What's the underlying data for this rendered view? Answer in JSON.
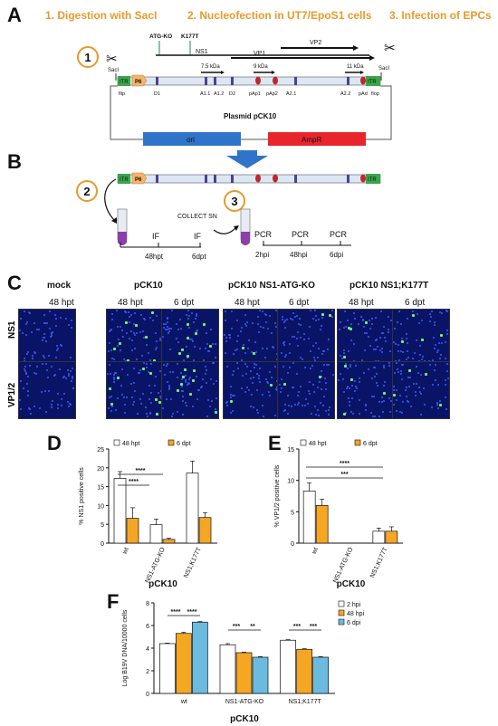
{
  "panels": {
    "a": "A",
    "b": "B",
    "c": "C",
    "d": "D",
    "e": "E",
    "f": "F"
  },
  "steps": [
    "1. Digestion with SacI",
    "2. Nucleofection in UT7/EpoS1 cells",
    "3. Infection of EPCs"
  ],
  "step_numbers": [
    "1",
    "2",
    "3"
  ],
  "plasmid": {
    "mutations": [
      "ATG-KO",
      "K177T"
    ],
    "genes": [
      "NS1",
      "VP1",
      "VP2"
    ],
    "kda": [
      "7.5 kDa",
      "9 kDa",
      "11 kDa"
    ],
    "sites": [
      "SacI",
      "SacI"
    ],
    "labels": [
      "ITR",
      "P6",
      "flip",
      "D1",
      "A1.1",
      "A1.2",
      "D2",
      "pAp1",
      "pAp2",
      "A2.1",
      "A2.2",
      "pAd",
      "flop",
      "ITR"
    ],
    "name": "Plasmid pCK10",
    "ori": "ori",
    "ampr": "AmpR"
  },
  "panel_b": {
    "collect": "COLLECT SN",
    "if_label": "IF",
    "if_times": [
      "48hpt",
      "6dpt"
    ],
    "pcr_label": "PCR",
    "pcr_times": [
      "2hpi",
      "48hpi",
      "6dpi"
    ]
  },
  "panel_c": {
    "groups": [
      "mock",
      "pCK10",
      "pCK10 NS1-ATG-KO",
      "pCK10 NS1;K177T"
    ],
    "times": [
      "48 hpt",
      "48 hpt",
      "6 dpt",
      "48 hpt",
      "6 dpt",
      "48 hpt",
      "6 dpt"
    ],
    "rows": [
      "NS1",
      "VP1/2"
    ]
  },
  "colors": {
    "white": "#ffffff",
    "orange": "#f5a623",
    "blue": "#6bbbe0",
    "dna_bar": "#dce7f4",
    "ori": "#2f74c8",
    "ampr": "#e8252b",
    "step": "#e79a2a"
  },
  "chart_data": [
    {
      "type": "bar",
      "panel": "D",
      "categories": [
        "wt",
        "NS1-ATG-KO",
        "NS1;K177T"
      ],
      "series": [
        {
          "name": "48 hpt",
          "values": [
            17.2,
            4.9,
            18.6
          ],
          "err": [
            1.8,
            1.5,
            3.2
          ]
        },
        {
          "name": "6 dpt",
          "values": [
            6.6,
            1.0,
            6.8
          ],
          "err": [
            2.8,
            0.3,
            1.3
          ]
        }
      ],
      "ylabel": "% NS1 positive cells",
      "xlabel": "pCK10",
      "ylim": [
        0,
        25
      ],
      "yticks": [
        0,
        5,
        10,
        15,
        20,
        25
      ],
      "significance": [
        "****",
        "****"
      ]
    },
    {
      "type": "bar",
      "panel": "E",
      "categories": [
        "wt",
        "NS1-ATG-KO",
        "NS1;K177T"
      ],
      "series": [
        {
          "name": "48 hpt",
          "values": [
            8.3,
            0,
            1.9
          ],
          "err": [
            1.3,
            0,
            0.5
          ]
        },
        {
          "name": "6 dpt",
          "values": [
            6.0,
            0,
            1.9
          ],
          "err": [
            1.0,
            0,
            0.7
          ]
        }
      ],
      "ylabel": "% VP1/2 positive cells",
      "xlabel": "pCK10",
      "ylim": [
        0,
        15
      ],
      "yticks": [
        0,
        5,
        10,
        15
      ],
      "significance": [
        "****",
        "***"
      ]
    },
    {
      "type": "bar",
      "panel": "F",
      "categories": [
        "wt",
        "NS1-ATG-KO",
        "NS1;K177T"
      ],
      "series": [
        {
          "name": "2 hpi",
          "values": [
            4.4,
            4.3,
            4.7
          ],
          "err": [
            0.05,
            0.1,
            0.05
          ]
        },
        {
          "name": "48 hpi",
          "values": [
            5.3,
            3.6,
            3.9
          ],
          "err": [
            0.1,
            0.05,
            0.05
          ]
        },
        {
          "name": "6 dpi",
          "values": [
            6.3,
            3.2,
            3.2
          ],
          "err": [
            0.05,
            0.05,
            0.05
          ]
        }
      ],
      "ylabel": "Log B19V DNA/10000 cells",
      "xlabel": "pCK10",
      "ylim": [
        0,
        8
      ],
      "yticks": [
        0,
        2,
        4,
        6,
        8
      ],
      "significance": [
        "****",
        "****",
        "***",
        "**",
        "***",
        "***"
      ]
    }
  ]
}
